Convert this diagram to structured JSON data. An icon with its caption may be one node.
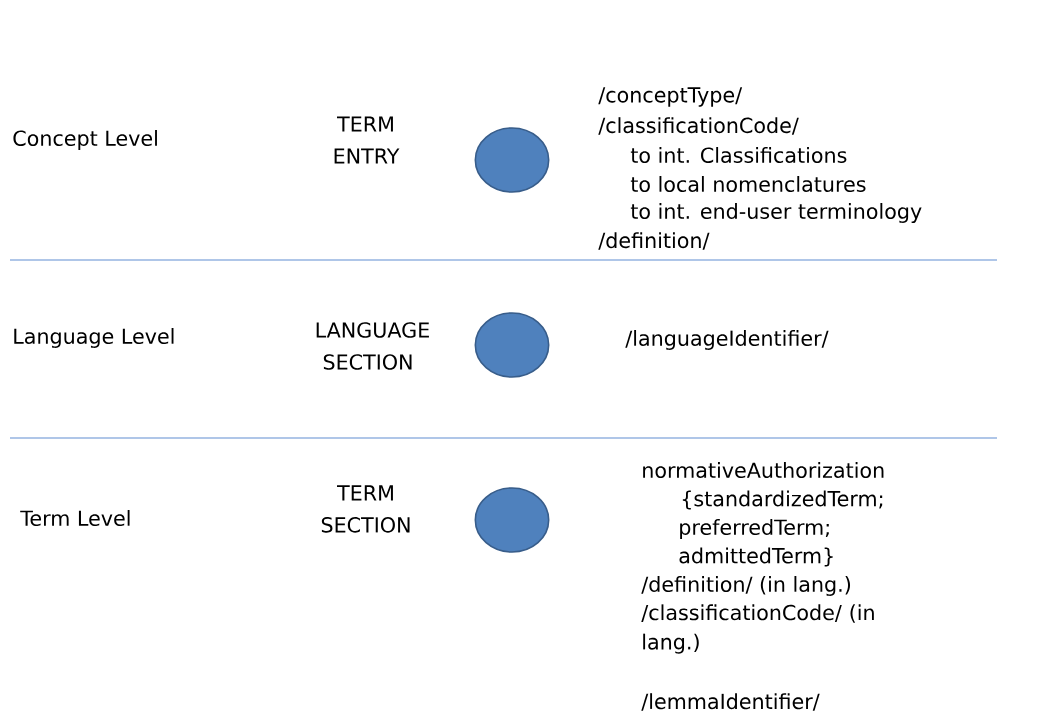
{
  "diagram": {
    "nodes": [
      {
        "text": [],
        "shape": "circle"
      },
      {
        "text": [],
        "shape": "circle"
      },
      {
        "text": [],
        "shape": "circle"
      }
    ],
    "labels": [
      "Concept Level",
      "TERM ENTRY",
      "/conceptType/",
      "/classificationCode/",
      "to int. Classifications",
      "to local nomenclatures",
      "to int. end-user terminology",
      "/definition/",
      "Language Level",
      "LANGUAGE SECTION",
      "/languageIdentifier/",
      "Term Level",
      "TERM SECTION",
      "normativeAuthorization",
      "{standardizedTerm;",
      "preferredTerm;",
      "admittedTerm}",
      "/definition/ (in lang.)",
      "/classificationCode/ (in lang.)",
      "/lemmaIdentifier/"
    ]
  }
}
